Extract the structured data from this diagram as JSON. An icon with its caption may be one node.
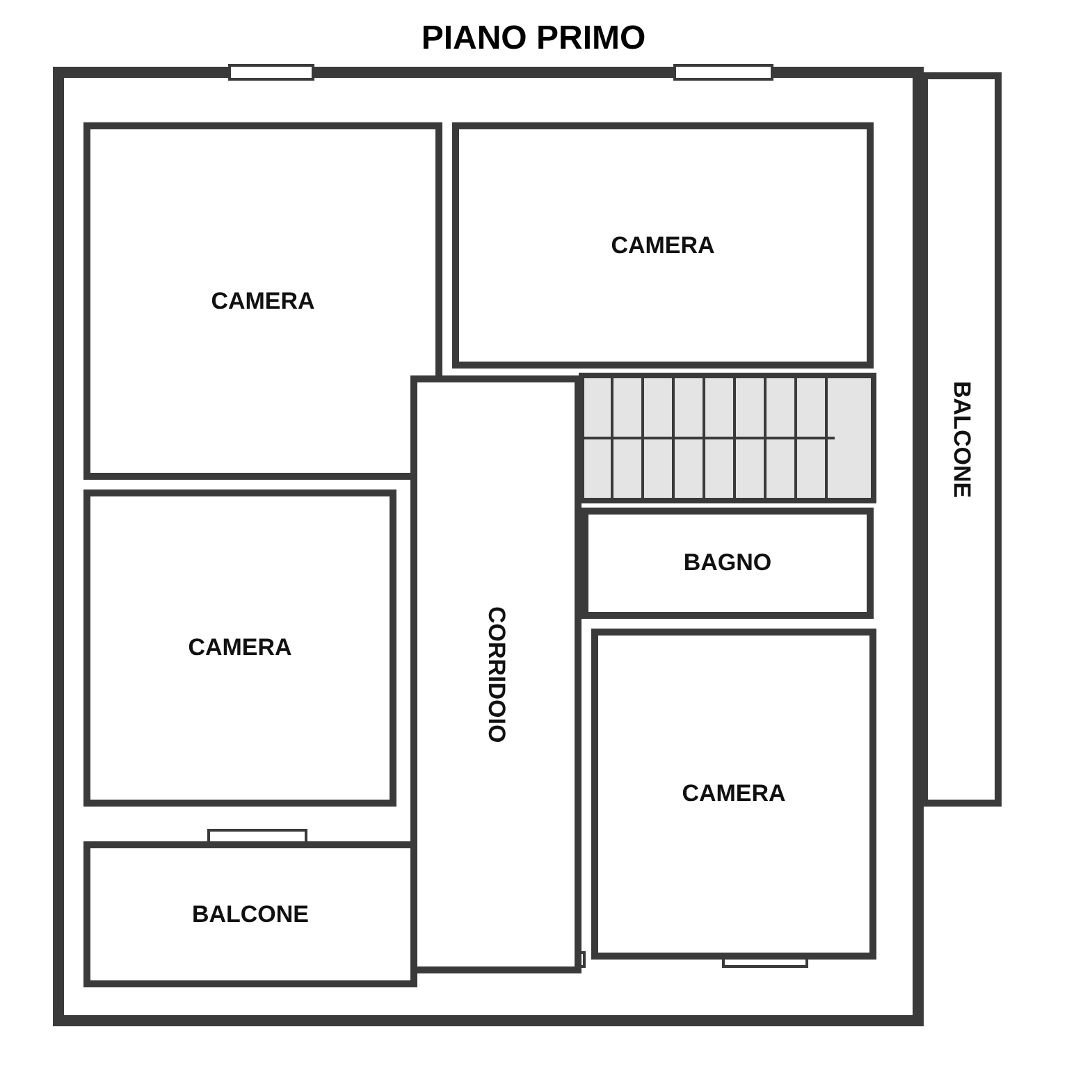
{
  "diagram": {
    "title": "PIANO PRIMO",
    "nodes": [
      {
        "text": [
          "CAMERA"
        ]
      },
      {
        "text": [
          "CAMERA"
        ]
      },
      {
        "text": [
          "BALCONE"
        ]
      },
      {
        "text": [
          "CAMERA"
        ]
      },
      {
        "text": [
          "BAGNO"
        ]
      },
      {
        "text": [
          "CORRIDOIO"
        ]
      },
      {
        "text": [
          "CAMERA"
        ]
      },
      {
        "text": [
          "BALCONE"
        ]
      }
    ]
  }
}
